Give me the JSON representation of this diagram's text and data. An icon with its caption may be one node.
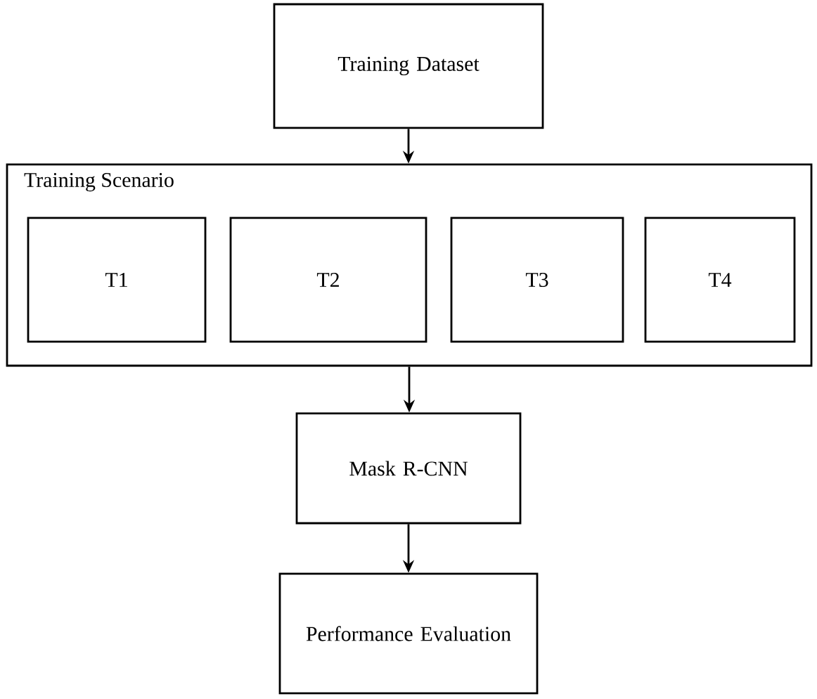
{
  "diagram": {
    "nodes": [
      {
        "text": [
          "Training Dataset"
        ]
      },
      {
        "text": [
          "Training Scenario"
        ]
      },
      {
        "text": [
          "T1"
        ],
        "in": 1
      },
      {
        "text": [
          "T2"
        ],
        "in": 1
      },
      {
        "text": [
          "T3"
        ],
        "in": 1
      },
      {
        "text": [
          "T4"
        ],
        "in": 1
      },
      {
        "text": [
          "Mask R-CNN"
        ]
      },
      {
        "text": [
          "Performance Evaluation"
        ]
      }
    ],
    "edges": [
      {
        "from": 0,
        "to": 1,
        "arrow": "to"
      },
      {
        "from": 1,
        "to": 6,
        "arrow": "to"
      },
      {
        "from": 6,
        "to": 7,
        "arrow": "to"
      }
    ]
  }
}
